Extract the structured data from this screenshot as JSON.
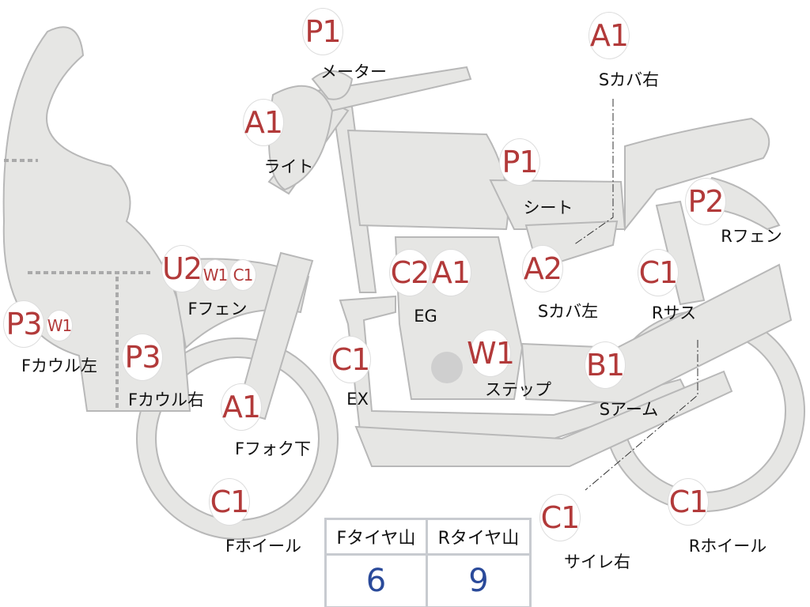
{
  "markers": [
    {
      "code": "P1",
      "label": "メーター"
    },
    {
      "code": "A1",
      "label": "Sカバ右"
    },
    {
      "code": "A1",
      "label": "ライト"
    },
    {
      "code": "P1",
      "label": "シート"
    },
    {
      "code": "P2",
      "label": "Rフェン"
    },
    {
      "code": "U2",
      "code2": "W1",
      "code3": "C1",
      "label": "Fフェン"
    },
    {
      "code": "C2",
      "code2": "A1",
      "label": "EG"
    },
    {
      "code": "A2",
      "label": "Sカバ左"
    },
    {
      "code": "C1",
      "label": "Rサス"
    },
    {
      "code": "P3",
      "code2": "W1",
      "label": "Fカウル左"
    },
    {
      "code": "P3",
      "label": "Fカウル右"
    },
    {
      "code": "C1",
      "label": "EX"
    },
    {
      "code": "W1",
      "label": "ステップ"
    },
    {
      "code": "B1",
      "label": "Sアーム"
    },
    {
      "code": "A1",
      "label": "Fフォク下"
    },
    {
      "code": "C1",
      "label": "Fホイール"
    },
    {
      "code": "C1",
      "label": "サイレ右"
    },
    {
      "code": "C1",
      "label": "Rホイール"
    }
  ],
  "tire_table": {
    "headers": [
      "Fタイヤ山",
      "Rタイヤ山"
    ],
    "values": [
      "6",
      "9"
    ]
  },
  "colors": {
    "marker_text": "#b23a3a",
    "part_fill": "#e6e6e4",
    "value_text": "#2a4a9a"
  }
}
